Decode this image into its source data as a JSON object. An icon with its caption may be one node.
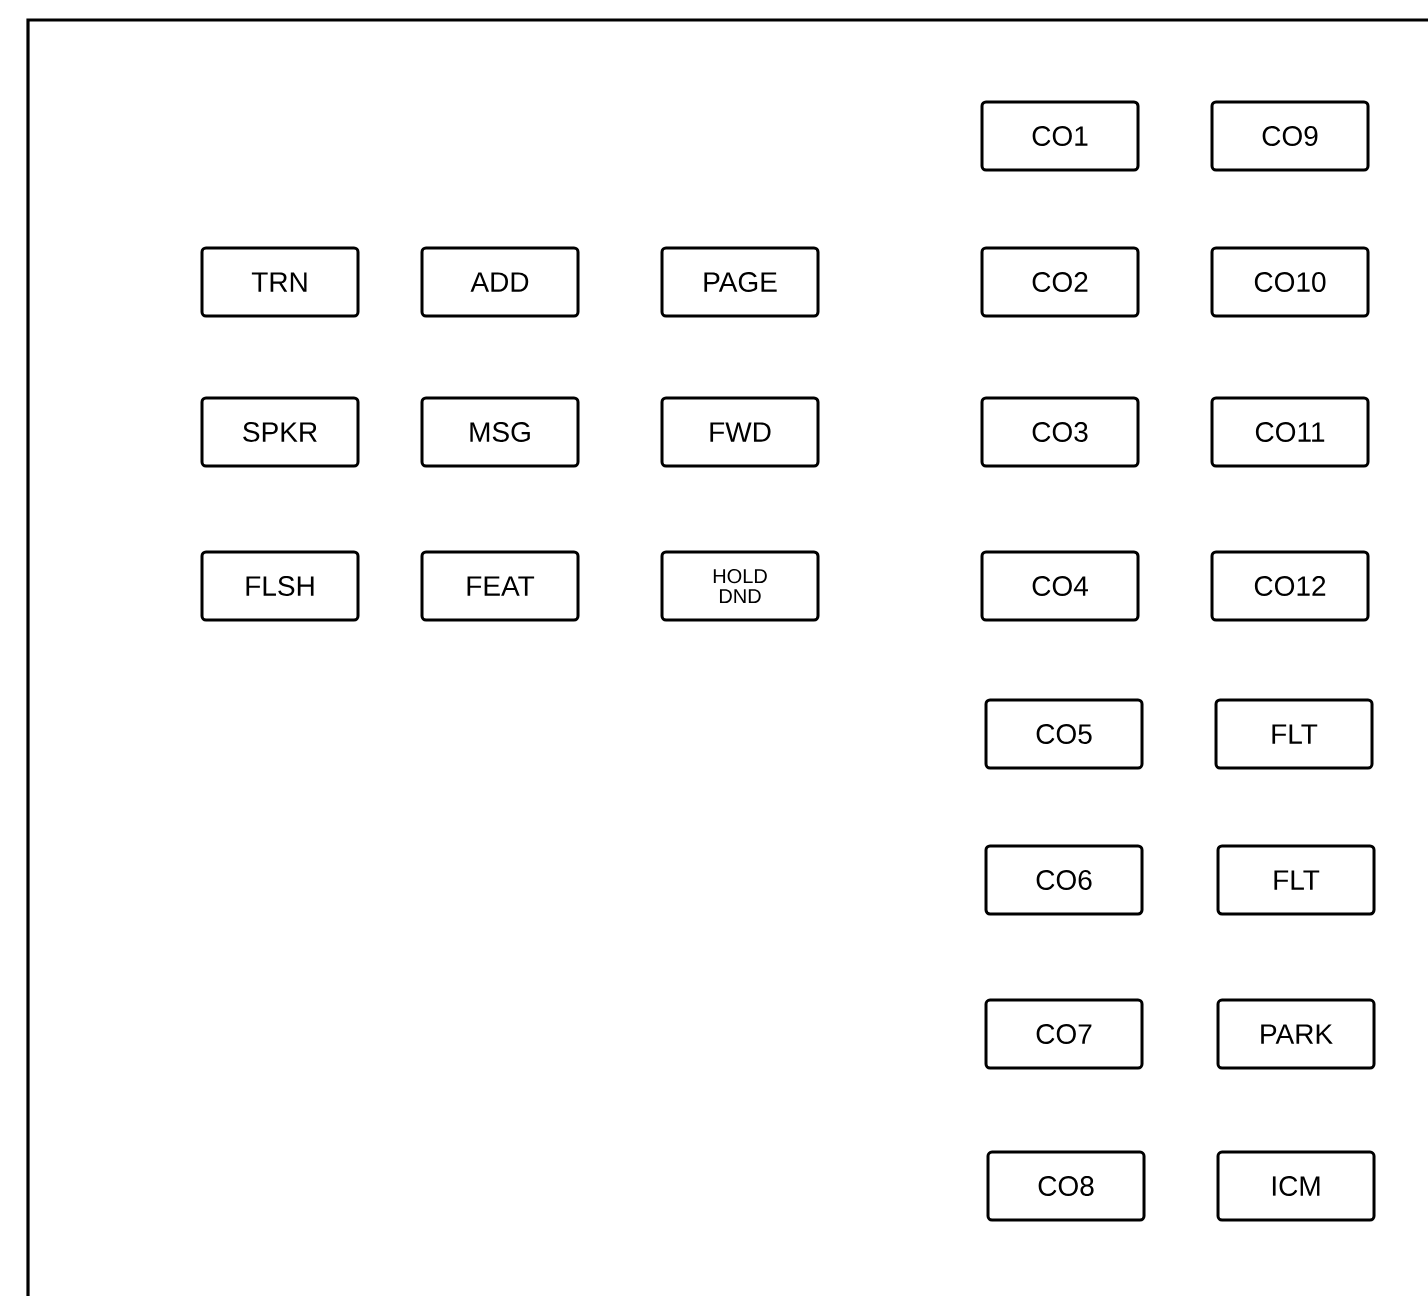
{
  "diagram": {
    "nodes": [
      {
        "text": [
          "CO1"
        ]
      },
      {
        "text": [
          "CO9"
        ]
      },
      {
        "text": [
          "TRN"
        ]
      },
      {
        "text": [
          "ADD"
        ]
      },
      {
        "text": [
          "PAGE"
        ]
      },
      {
        "text": [
          "CO2"
        ]
      },
      {
        "text": [
          "CO10"
        ]
      },
      {
        "text": [
          "SPKR"
        ]
      },
      {
        "text": [
          "MSG"
        ]
      },
      {
        "text": [
          "FWD"
        ]
      },
      {
        "text": [
          "CO3"
        ]
      },
      {
        "text": [
          "CO11"
        ]
      },
      {
        "text": [
          "FLSH"
        ]
      },
      {
        "text": [
          "FEAT"
        ]
      },
      {
        "text": [
          "HOLD DND"
        ]
      },
      {
        "text": [
          "CO4"
        ]
      },
      {
        "text": [
          "CO12"
        ]
      },
      {
        "text": [
          "CO5"
        ]
      },
      {
        "text": [
          "FLT"
        ]
      },
      {
        "text": [
          "CO6"
        ]
      },
      {
        "text": [
          "FLT"
        ]
      },
      {
        "text": [
          "CO7"
        ]
      },
      {
        "text": [
          "PARK"
        ]
      },
      {
        "text": [
          "CO8"
        ]
      },
      {
        "text": [
          "ICM"
        ]
      }
    ]
  }
}
